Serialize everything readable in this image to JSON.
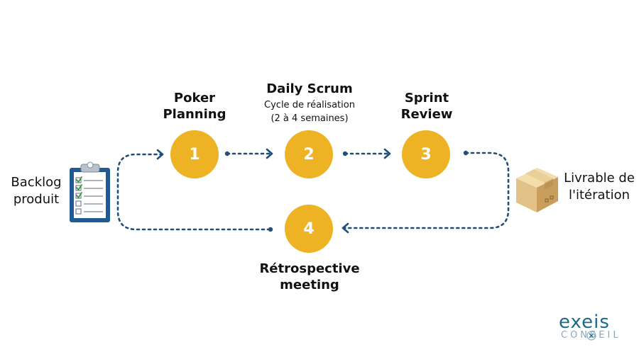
{
  "backlog": {
    "line1": "Backlog",
    "line2": "produit"
  },
  "steps": [
    {
      "number": "1",
      "title_l1": "Poker",
      "title_l2": "Planning"
    },
    {
      "number": "2",
      "title": "Daily Scrum",
      "sub_l1": "Cycle de réalisation",
      "sub_l2": "(2 à 4 semaines)"
    },
    {
      "number": "3",
      "title_l1": "Sprint",
      "title_l2": "Review"
    },
    {
      "number": "4",
      "title_l1": "Rétrospective",
      "title_l2": "meeting"
    }
  ],
  "deliverable": {
    "line1": "Livrable de",
    "line2": "l'itération"
  },
  "logo": {
    "name": "exeis",
    "sub": "CONSEIL"
  },
  "colors": {
    "circle": "#EEB325",
    "arrow": "#1F4E79",
    "clipboard": "#1F5B92",
    "box": "#E6C890"
  },
  "icons": [
    "clipboard-checklist-icon",
    "cardboard-box-icon",
    "exeis-logo"
  ]
}
